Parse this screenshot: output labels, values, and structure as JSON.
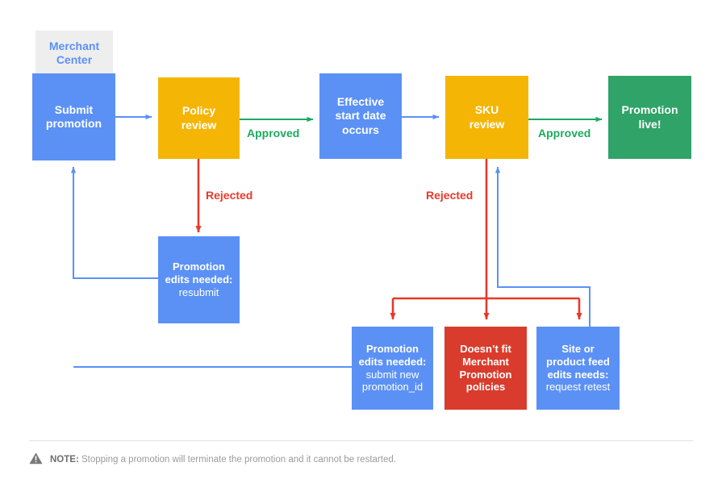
{
  "diagram": {
    "group_label": "Merchant\nCenter",
    "group_label_line1": "Merchant",
    "group_label_line2": "Center",
    "colors": {
      "blue": "#5B91F5",
      "amber": "#F5B505",
      "green": "#2FA368",
      "red": "#D93C2C",
      "group_bg": "#eeeeee",
      "approved_green": "#1DA960",
      "rejected_red": "#E8392B"
    },
    "nodes": [
      {
        "id": "submit-promotion",
        "bold": "Submit\npromotion",
        "bold_lines": [
          "Submit",
          "promotion"
        ],
        "regular_lines": [],
        "color": "blue",
        "font_size": 14
      },
      {
        "id": "policy-review",
        "bold_lines": [
          "Policy",
          "review"
        ],
        "regular_lines": [],
        "color": "amber",
        "font_size": 14
      },
      {
        "id": "effective-start-date",
        "bold_lines": [
          "Effective",
          "start date",
          "occurs"
        ],
        "regular_lines": [],
        "color": "blue",
        "font_size": 14
      },
      {
        "id": "sku-review",
        "bold_lines": [
          "SKU",
          "review"
        ],
        "regular_lines": [],
        "color": "amber",
        "font_size": 14
      },
      {
        "id": "promotion-live",
        "bold_lines": [
          "Promotion",
          "live!"
        ],
        "regular_lines": [],
        "color": "green",
        "font_size": 14
      },
      {
        "id": "promotion-edits-resubmit",
        "bold_lines": [
          "Promotion",
          "edits needed:"
        ],
        "regular_lines": [
          "resubmit"
        ],
        "color": "blue",
        "font_size": 13
      },
      {
        "id": "promotion-edits-new-id",
        "bold_lines": [
          "Promotion",
          "edits needed:"
        ],
        "regular_lines": [
          "submit new",
          "promotion_id"
        ],
        "color": "blue",
        "font_size": 13
      },
      {
        "id": "doesnt-fit-policies",
        "bold_lines": [
          "Doesn’t fit",
          "Merchant",
          "Promotion",
          "policies"
        ],
        "regular_lines": [],
        "color": "red",
        "font_size": 13
      },
      {
        "id": "site-product-feed",
        "bold_lines": [
          "Site or",
          "product feed",
          "edits needs:"
        ],
        "regular_lines": [
          "request retest"
        ],
        "color": "blue",
        "font_size": 13
      }
    ],
    "edge_labels": [
      {
        "id": "approved-1",
        "text": "Approved",
        "color": "#1DA960"
      },
      {
        "id": "approved-2",
        "text": "Approved",
        "color": "#1DA960"
      },
      {
        "id": "rejected-1",
        "text": "Rejected",
        "color": "#E8392B"
      },
      {
        "id": "rejected-2",
        "text": "Rejected",
        "color": "#E8392B"
      }
    ]
  },
  "note": {
    "prefix": "NOTE:",
    "text": "Stopping a promotion will terminate the promotion and it cannot be restarted."
  }
}
